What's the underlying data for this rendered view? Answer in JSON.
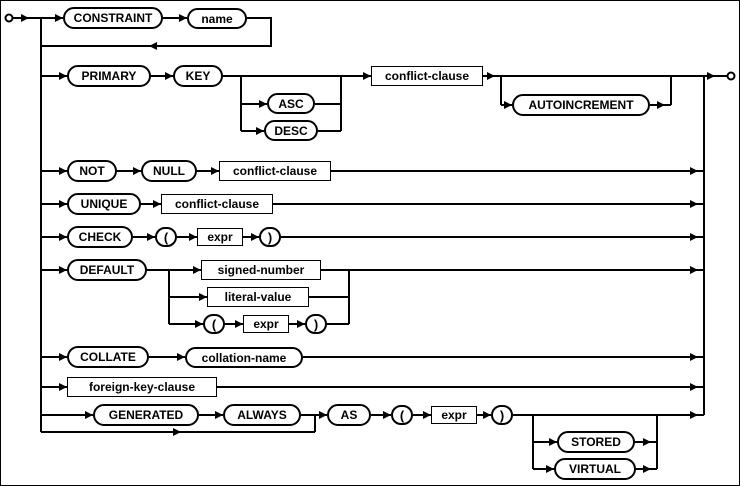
{
  "diagram": {
    "kind": "railroad-syntax-diagram",
    "terminals": {
      "constraint": "CONSTRAINT",
      "name": "name",
      "primary": "PRIMARY",
      "key": "KEY",
      "asc": "ASC",
      "desc": "DESC",
      "autoincrement": "AUTOINCREMENT",
      "not": "NOT",
      "null": "NULL",
      "unique": "UNIQUE",
      "check": "CHECK",
      "default": "DEFAULT",
      "collate": "COLLATE",
      "collation_name": "collation-name",
      "generated": "GENERATED",
      "always": "ALWAYS",
      "as": "AS",
      "stored": "STORED",
      "virtual": "VIRTUAL",
      "lparen": "(",
      "rparen": ")"
    },
    "nonterminals": {
      "conflict_clause": "conflict-clause",
      "expr": "expr",
      "signed_number": "signed-number",
      "literal_value": "literal-value",
      "foreign_key_clause": "foreign-key-clause"
    },
    "colors": {
      "line": "#000000",
      "box_border": "#000000",
      "background": "#ffffff",
      "text": "#000000"
    }
  }
}
